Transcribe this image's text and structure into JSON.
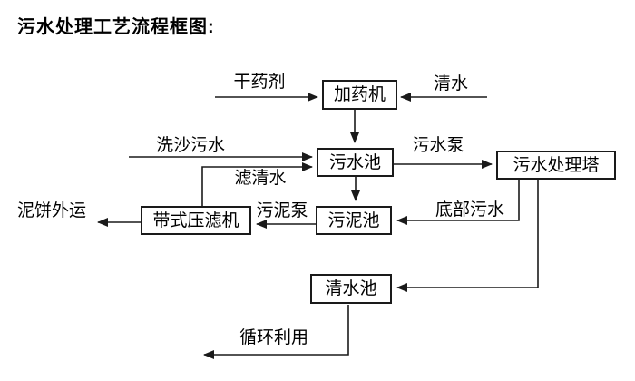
{
  "title": "污水处理工艺流程框图:",
  "colors": {
    "line": "#1a1a1a",
    "text": "#000000",
    "background": "#ffffff"
  },
  "nodes": {
    "dosing_machine": "加药机",
    "sewage_pool": "污水池",
    "treatment_tower": "污水处理塔",
    "sludge_pool": "污泥池",
    "belt_filter_press": "带式压滤机",
    "clean_water_pool": "清水池"
  },
  "edge_labels": {
    "dry_agent": "干药剂",
    "clean_water": "清水",
    "sand_wash_sewage": "洗沙污水",
    "filtered_water": "滤清水",
    "sewage_pump": "污水泵",
    "bottom_sewage": "底部污水",
    "sludge_pump": "污泥泵",
    "mud_cake_out": "泥饼外运",
    "recycle_use": "循环利用"
  },
  "flows": [
    {
      "from": null,
      "to": "加药机",
      "label": "干药剂"
    },
    {
      "from": null,
      "to": "加药机",
      "label": "清水"
    },
    {
      "from": "加药机",
      "to": "污水池",
      "label": ""
    },
    {
      "from": null,
      "to": "污水池",
      "label": "洗沙污水"
    },
    {
      "from": "带式压滤机",
      "to": "污水池",
      "label": "滤清水"
    },
    {
      "from": "污水池",
      "to": "污水处理塔",
      "label": "污水泵"
    },
    {
      "from": "污水池",
      "to": "污泥池",
      "label": ""
    },
    {
      "from": "污水处理塔",
      "to": "污泥池",
      "label": "底部污水"
    },
    {
      "from": "污泥池",
      "to": "带式压滤机",
      "label": "污泥泵"
    },
    {
      "from": "带式压滤机",
      "to": null,
      "label": "泥饼外运"
    },
    {
      "from": "污水处理塔",
      "to": "清水池",
      "label": ""
    },
    {
      "from": "清水池",
      "to": null,
      "label": "循环利用"
    }
  ]
}
